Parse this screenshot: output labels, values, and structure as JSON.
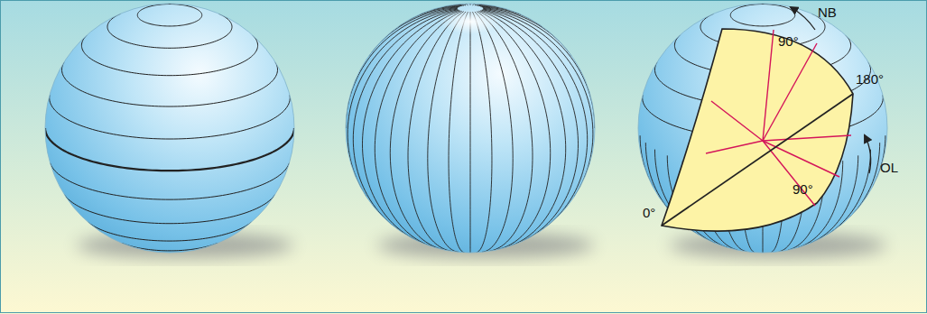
{
  "diagram": {
    "labels": [
      "NB",
      "90°",
      "180°",
      "90°",
      "OL",
      "0°"
    ]
  }
}
